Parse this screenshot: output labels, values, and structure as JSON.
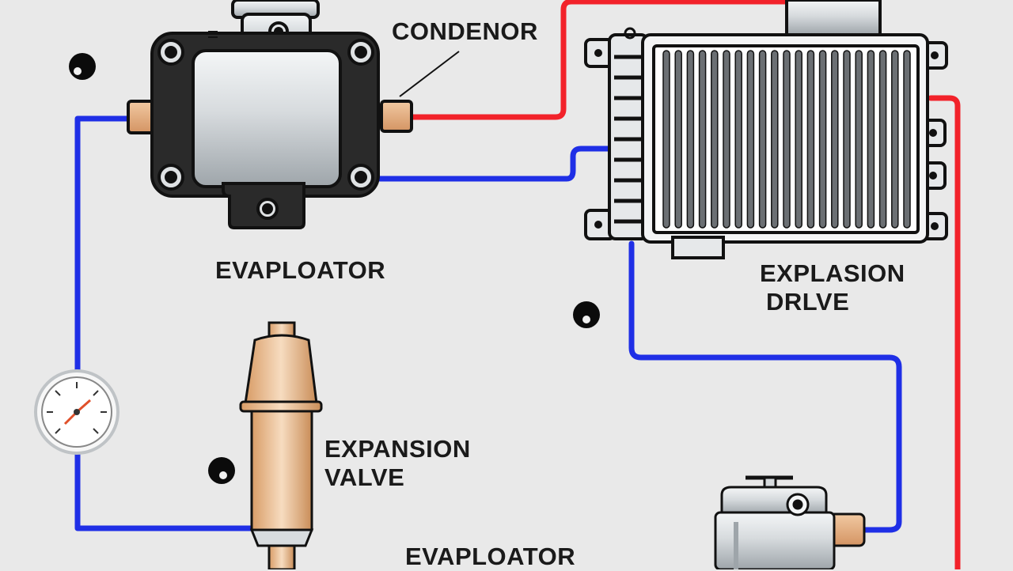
{
  "labels": {
    "condenser": "CONDENOR",
    "evaporator_top": "EVAPLOATOR",
    "explasion_line1": "EXPLASION",
    "explasion_line2": "DRLVE",
    "expansion_line1": "EXPANSION",
    "expansion_line2": "VALVE",
    "evaporator_bottom": "EVAPLOATOR"
  },
  "colors": {
    "background": "#e9e9e9",
    "high_pressure_line": "#f2222a",
    "low_pressure_line": "#1f2fe6",
    "metal": "#cfd3d6",
    "copper": "#e8b88a",
    "outline": "#111111"
  },
  "icons": [
    "compressor-icon",
    "condenser-coil-icon",
    "receiver-drier-icon",
    "pressure-gauge-icon",
    "expansion-valve-icon"
  ]
}
